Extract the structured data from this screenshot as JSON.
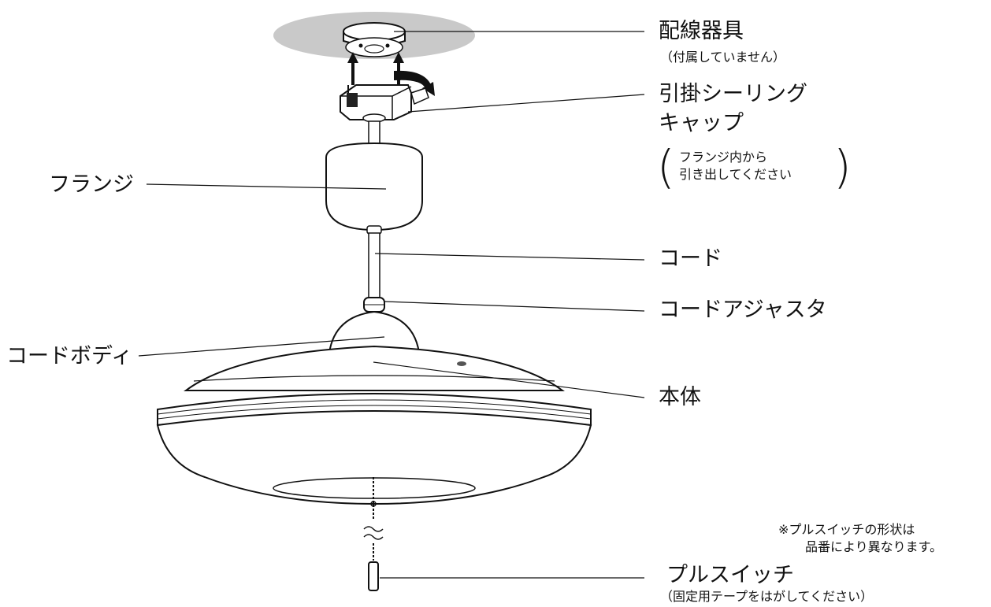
{
  "labels": {
    "wiring_device": "配線器具",
    "wiring_device_note": "（付属していません）",
    "ceiling_cap_line1": "引掛シーリング",
    "ceiling_cap_line2": "キャップ",
    "ceiling_cap_note_line1": "フランジ内から",
    "ceiling_cap_note_line2": "引き出してください",
    "flange": "フランジ",
    "cord": "コード",
    "cord_adjuster": "コードアジャスタ",
    "cord_body": "コードボディ",
    "main_body": "本体",
    "pull_switch": "プルスイッチ",
    "pull_switch_note": "（固定用テープをはがしてください）",
    "switch_note_line1": "※プルスイッチの形状は",
    "switch_note_line2": "品番により異なります。"
  }
}
